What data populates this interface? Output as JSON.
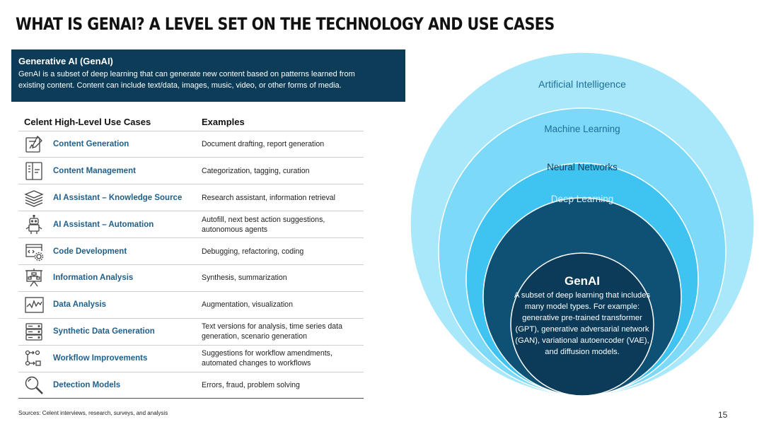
{
  "title": "WHAT IS GENAI?  A LEVEL SET ON THE TECHNOLOGY AND USE CASES",
  "definition": {
    "heading": "Generative AI (GenAI)",
    "line1": "GenAI is a subset of deep learning that can generate new content based on patterns learned from",
    "line2": "existing content.  Content can include text/data, images, music, video, or other forms of media."
  },
  "table": {
    "col1_header": "Celent High-Level Use Cases",
    "col2_header": "Examples",
    "rows": [
      {
        "icon": "document-edit-icon",
        "name": "Content Generation",
        "ex1": "Document drafting, report generation",
        "ex2": ""
      },
      {
        "icon": "content-layout-icon",
        "name": "Content Management",
        "ex1": "Categorization, tagging, curation",
        "ex2": ""
      },
      {
        "icon": "book-stack-icon",
        "name": "AI Assistant – Knowledge Source",
        "ex1": "Research assistant, information retrieval",
        "ex2": ""
      },
      {
        "icon": "robot-icon",
        "name": "AI Assistant – Automation",
        "ex1": "Autofill, next best action suggestions,",
        "ex2": "autonomous agents"
      },
      {
        "icon": "code-gear-icon",
        "name": "Code Development",
        "ex1": "Debugging, refactoring, coding",
        "ex2": ""
      },
      {
        "icon": "presentation-chart-icon",
        "name": "Information Analysis",
        "ex1": "Synthesis, summarization",
        "ex2": ""
      },
      {
        "icon": "line-chart-icon",
        "name": "Data Analysis",
        "ex1": "Augmentation, visualization",
        "ex2": ""
      },
      {
        "icon": "server-icon",
        "name": "Synthetic Data Generation",
        "ex1": "Text versions for analysis, time series data",
        "ex2": "generation, scenario generation"
      },
      {
        "icon": "workflow-icon",
        "name": "Workflow Improvements",
        "ex1": "Suggestions for workflow amendments,",
        "ex2": "automated changes to workflows"
      },
      {
        "icon": "magnifier-icon",
        "name": "Detection Models",
        "ex1": "Errors, fraud, problem solving",
        "ex2": ""
      }
    ]
  },
  "diagram": {
    "layers": [
      "Artificial Intelligence",
      "Machine Learning",
      "Neural Networks",
      "Deep Learning"
    ],
    "genai": {
      "title": "GenAI",
      "lines": [
        "A subset of deep learning that includes",
        "many model types. For example:",
        "generative pre-trained transformer",
        "(GPT), generative adversarial network",
        "(GAN), variational autoencoder (VAE),",
        "and diffusion models."
      ]
    },
    "colors": {
      "ai_fill": "#a9e7fb",
      "ml_fill": "#7cd9f8",
      "nn_fill": "#3fc3f0",
      "dl_fill": "#0e5174",
      "genai_fill": "#0b3b58",
      "stroke": "#ffffff",
      "label_dark": "#1d6f99",
      "label_light": "#d6f1fb"
    }
  },
  "footer": {
    "sources": "Sources: Celent interviews, research, surveys, and analysis",
    "page_number": "15"
  }
}
